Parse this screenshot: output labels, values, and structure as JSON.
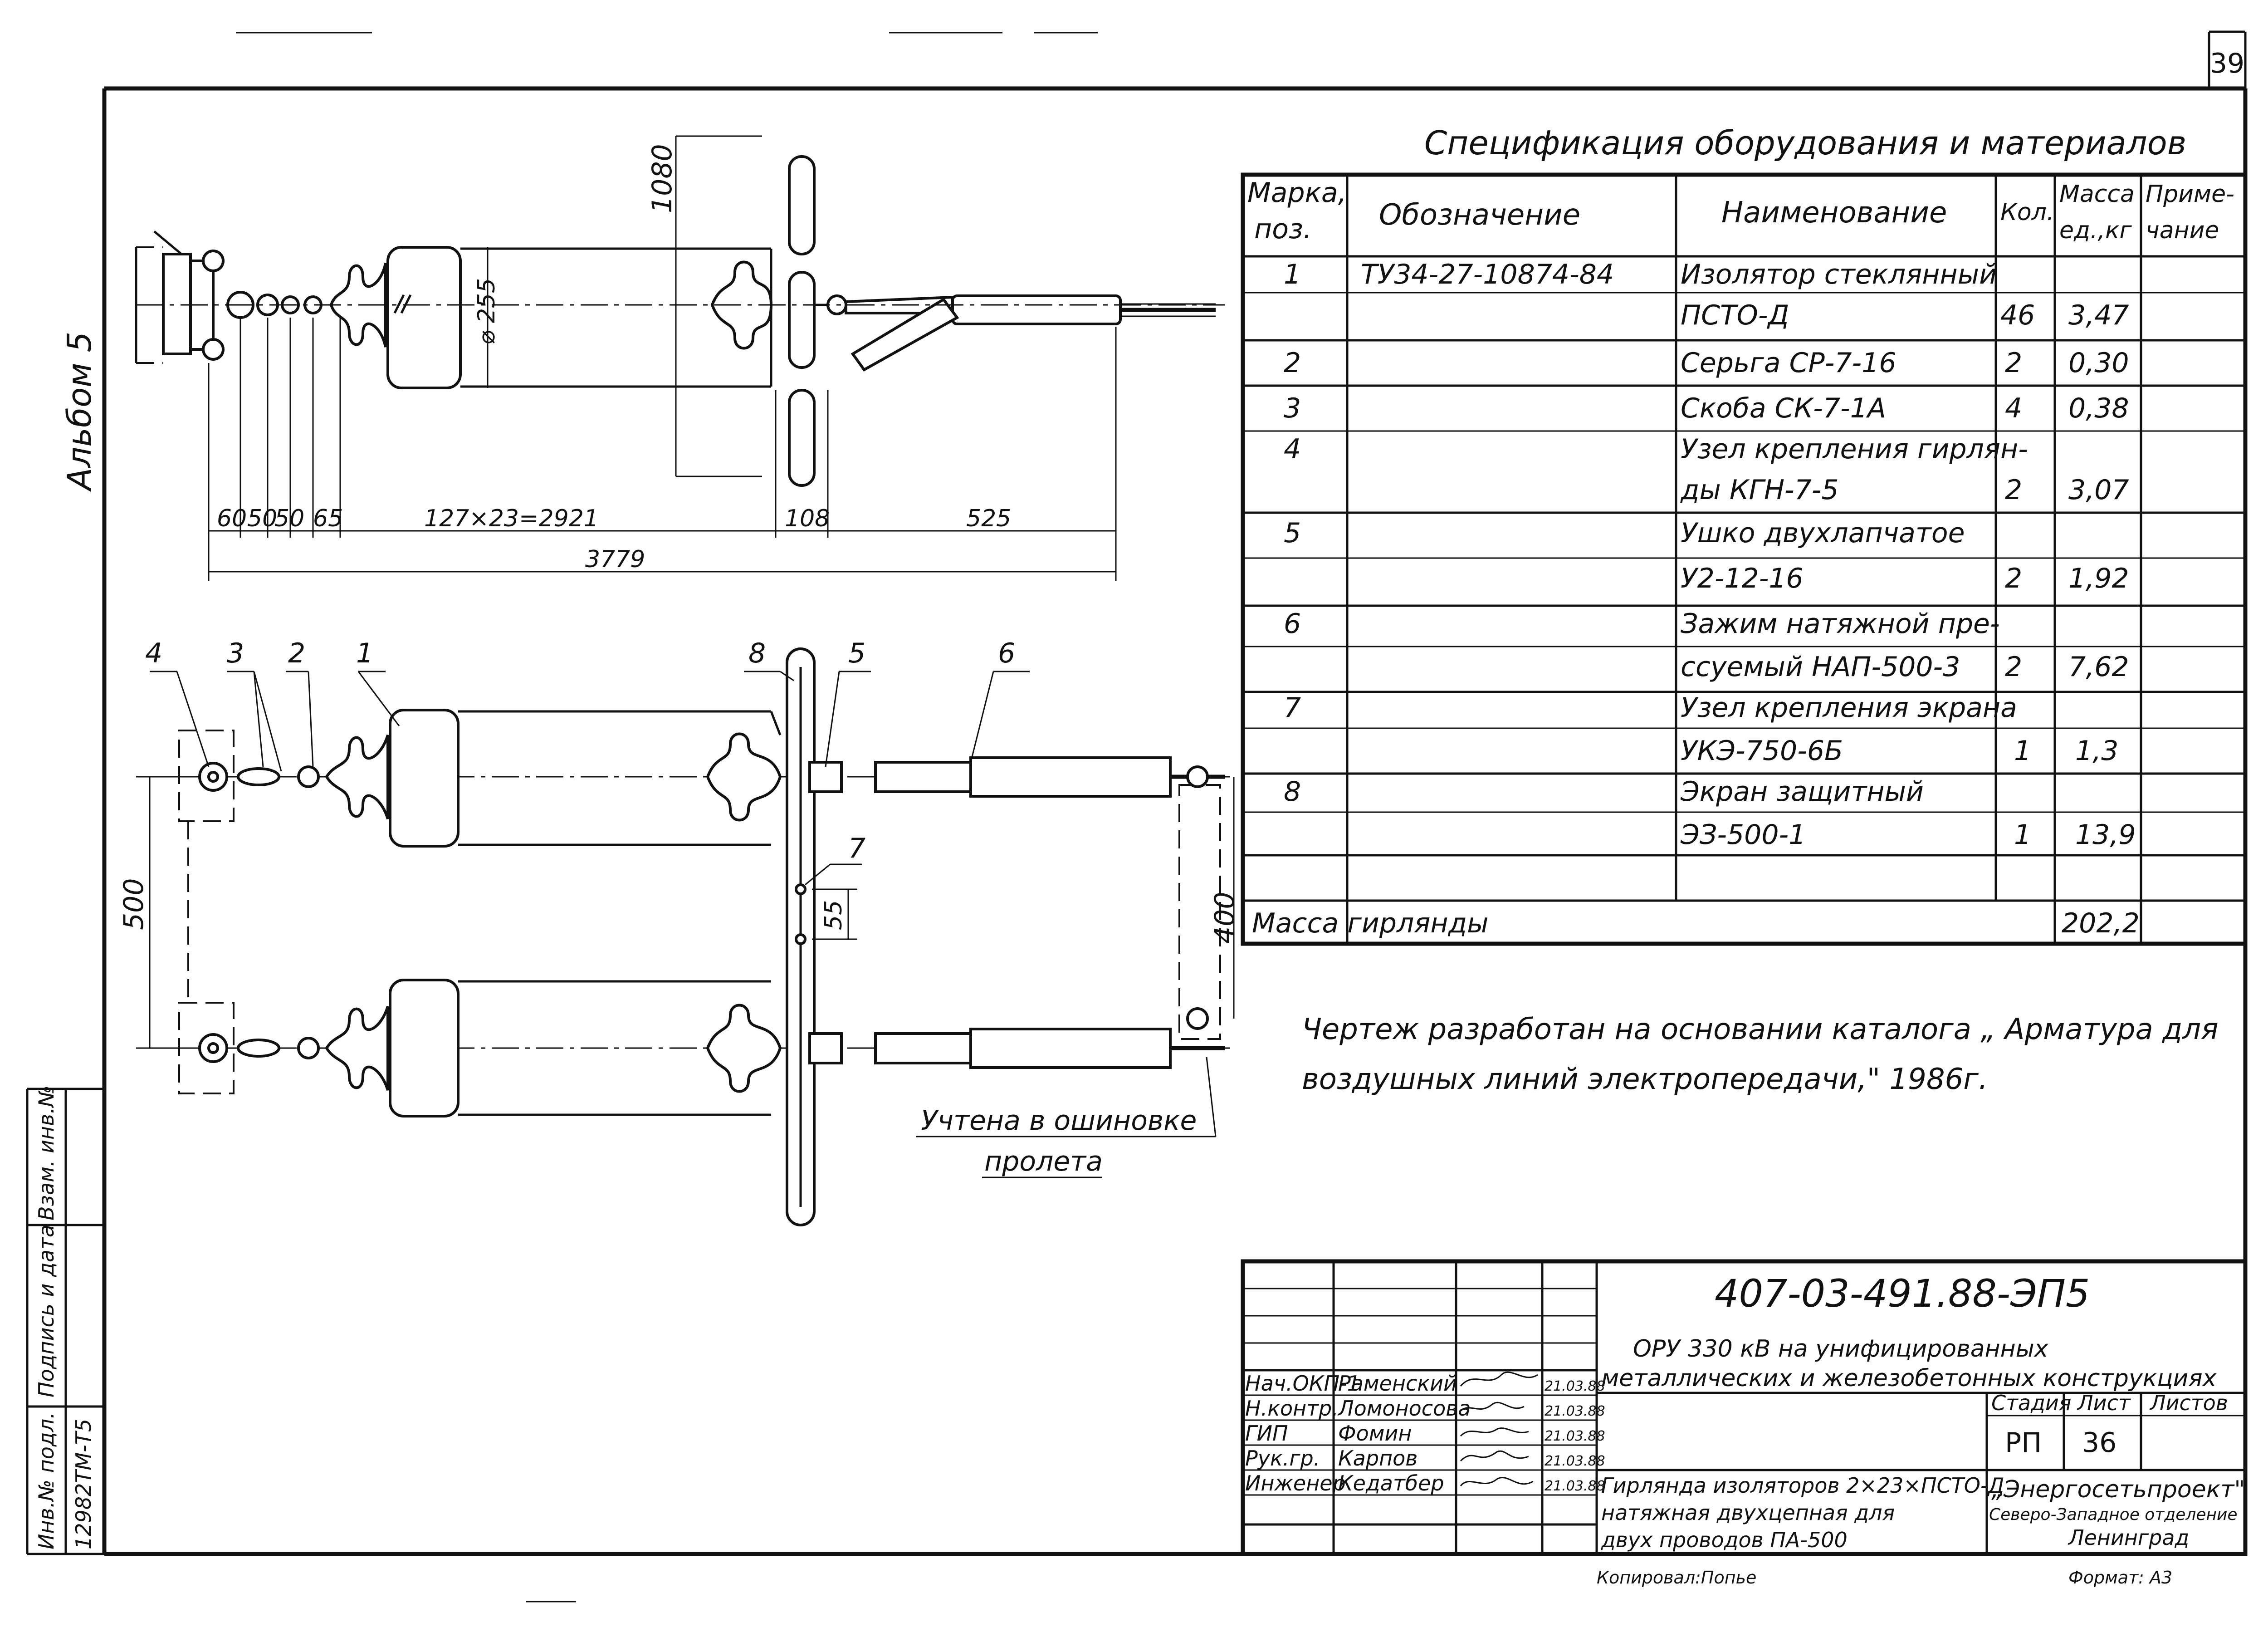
{
  "page_number": "39",
  "album_label": "Альбом 5",
  "spec": {
    "title": "Спецификация оборудования и материалов",
    "headers": {
      "mark_1": "Марка,",
      "mark_2": "поз.",
      "designation": "Обозначение",
      "name": "Наименование",
      "qty": "Кол.",
      "mass_1": "Масса",
      "mass_2": "ед.,кг",
      "note_1": "Приме-",
      "note_2": "чание"
    },
    "rows": [
      {
        "pos": "1",
        "designation": "ТУ34-27-10874-84",
        "name": "Изолятор стеклянный",
        "qty": "",
        "mass": ""
      },
      {
        "pos": "",
        "designation": "",
        "name": "ПСТО-Д",
        "qty": "46",
        "mass": "3,47"
      },
      {
        "pos": "2",
        "designation": "",
        "name": "Серьга СР-7-16",
        "qty": "2",
        "mass": "0,30"
      },
      {
        "pos": "3",
        "designation": "",
        "name": "Скоба СК-7-1А",
        "qty": "4",
        "mass": "0,38"
      },
      {
        "pos": "4",
        "designation": "",
        "name": "Узел крепления гирлян-",
        "qty": "",
        "mass": ""
      },
      {
        "pos": "",
        "designation": "",
        "name": "ды КГН-7-5",
        "qty": "2",
        "mass": "3,07"
      },
      {
        "pos": "5",
        "designation": "",
        "name": "Ушко двухлапчатое",
        "qty": "",
        "mass": ""
      },
      {
        "pos": "",
        "designation": "",
        "name": "У2-12-16",
        "qty": "2",
        "mass": "1,92"
      },
      {
        "pos": "6",
        "designation": "",
        "name": "Зажим натяжной пре-",
        "qty": "",
        "mass": ""
      },
      {
        "pos": "",
        "designation": "",
        "name": "ссуемый НАП-500-3",
        "qty": "2",
        "mass": "7,62"
      },
      {
        "pos": "7",
        "designation": "",
        "name": "Узел крепления экрана",
        "qty": "",
        "mass": ""
      },
      {
        "pos": "",
        "designation": "",
        "name": "УКЭ-750-6Б",
        "qty": "1",
        "mass": "1,3"
      },
      {
        "pos": "8",
        "designation": "",
        "name": "Экран защитный",
        "qty": "",
        "mass": ""
      },
      {
        "pos": "",
        "designation": "",
        "name": "ЭЗ-500-1",
        "qty": "1",
        "mass": "13,9"
      },
      {
        "pos": "",
        "designation": "",
        "name": "",
        "qty": "",
        "mass": ""
      }
    ],
    "total_label": "Масса гирлянды",
    "total_value": "202,2"
  },
  "note_line1": "Чертеж разработан на основании каталога „ Арматура для",
  "note_line2": "воздушных линий электропередачи,\" 1986г.",
  "callout_line1": "Учтена в ошиновке",
  "callout_line2": "пролета",
  "dimensions": {
    "height_1080": "1080",
    "dia_255": "⌀ 255",
    "d60": "60",
    "d50a": "50",
    "d50b": "50",
    "d65": "65",
    "chain": "127×23=2921",
    "d108": "108",
    "d525": "525",
    "total": "3779",
    "d500": "500",
    "d55": "55",
    "d400": "400"
  },
  "positions": [
    "1",
    "2",
    "3",
    "4",
    "5",
    "6",
    "7",
    "8"
  ],
  "title_block": {
    "code": "407-03-491.88-ЭП5",
    "project_line1": "ОРУ 330 кВ на унифицированных",
    "project_line2": "металлических и железобетонных конструкциях",
    "roles": [
      {
        "role": "Нач.ОКП-1",
        "name": "Раменский",
        "date": "21.03.88"
      },
      {
        "role": "Н.контр.",
        "name": "Ломоносова",
        "date": "21.03.88"
      },
      {
        "role": "ГИП",
        "name": "Фомин",
        "date": "21.03.88"
      },
      {
        "role": "Рук.гр.",
        "name": "Карпов",
        "date": "21.03.88"
      },
      {
        "role": "Инженер",
        "name": "Кедатбер",
        "date": "21.03.88"
      }
    ],
    "stage_label": "Стадия",
    "sheet_label": "Лист",
    "sheets_label": "Листов",
    "stage": "РП",
    "sheet": "36",
    "sheets": "",
    "drawing_name_1": "Гирлянда изоляторов 2×23×ПСТО-Д",
    "drawing_name_2": "натяжная двухцепная для",
    "drawing_name_3": "двух проводов ПА-500",
    "org_1": "„Энергосетьпроект\"",
    "org_2": "Северо-Западное отделение",
    "org_3": "Ленинград",
    "copied": "Копировал:Попье",
    "format": "Формат: А3"
  },
  "side_stamp": {
    "inv_orig": "Инв.№ подл.",
    "sign_date": "Подпись и дата",
    "inv_repl": "Взам. инв.№",
    "inv_number": "12982TM-Т5"
  }
}
